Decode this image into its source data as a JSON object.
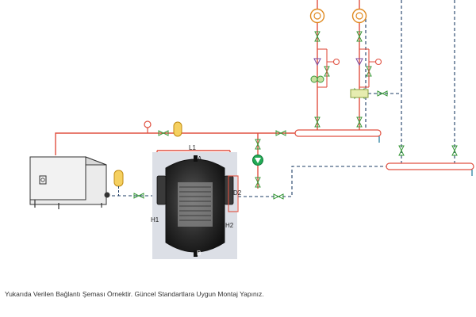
{
  "diagram": {
    "labels": {
      "l1": "L1",
      "a": "A",
      "b": "B",
      "h1": "H1",
      "h2": "H2",
      "d2": "D2"
    },
    "colors": {
      "supply_line": "#e05040",
      "return_line": "#1c3c66",
      "valve": "#3a9a3a",
      "pump": "#22aa55",
      "gauge": "#e08a20",
      "tank": "#262626",
      "boiler": "#333333",
      "expansion_tank": "#f2c040"
    }
  },
  "caption": "Yukarıda Verilen Bağlantı Şeması Örnektir. Güncel Standartlara Uygun Montaj Yapınız."
}
